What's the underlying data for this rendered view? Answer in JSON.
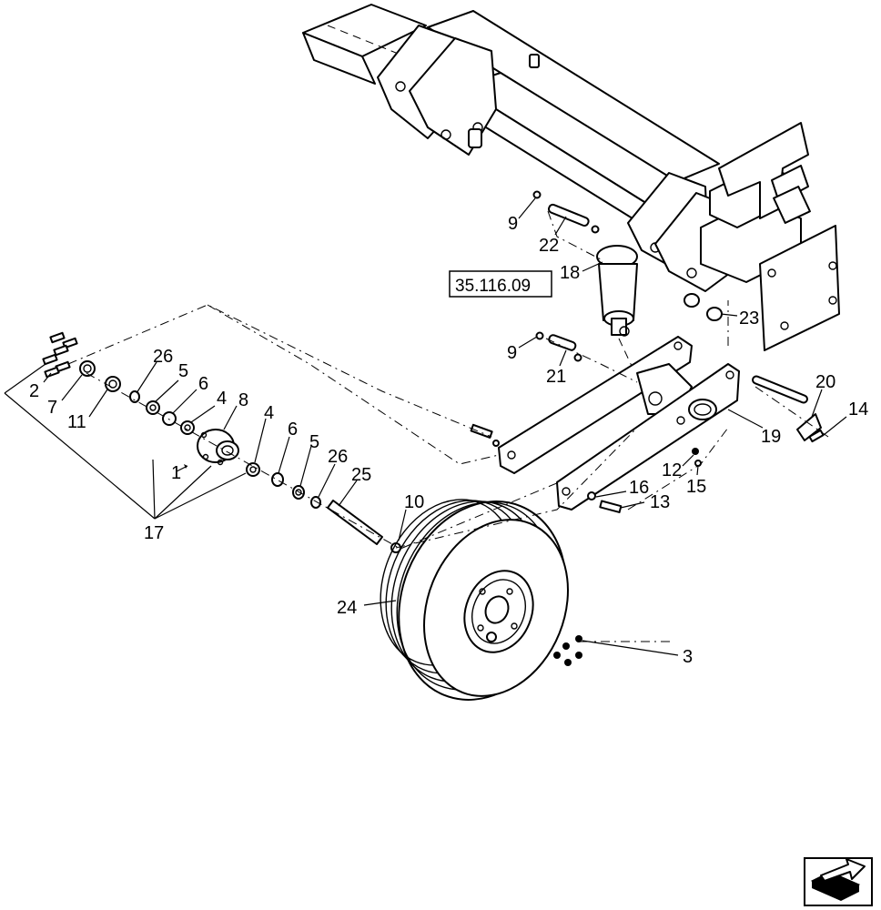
{
  "reference_box": "35.116.09",
  "callouts": [
    {
      "id": "c1",
      "text": "1"
    },
    {
      "id": "c2",
      "text": "2"
    },
    {
      "id": "c3",
      "text": "3"
    },
    {
      "id": "c4a",
      "text": "4"
    },
    {
      "id": "c4b",
      "text": "4"
    },
    {
      "id": "c5a",
      "text": "5"
    },
    {
      "id": "c5b",
      "text": "5"
    },
    {
      "id": "c6a",
      "text": "6"
    },
    {
      "id": "c6b",
      "text": "6"
    },
    {
      "id": "c7",
      "text": "7"
    },
    {
      "id": "c8",
      "text": "8"
    },
    {
      "id": "c9a",
      "text": "9"
    },
    {
      "id": "c9b",
      "text": "9"
    },
    {
      "id": "c10",
      "text": "10"
    },
    {
      "id": "c11",
      "text": "11"
    },
    {
      "id": "c12",
      "text": "12"
    },
    {
      "id": "c13",
      "text": "13"
    },
    {
      "id": "c14",
      "text": "14"
    },
    {
      "id": "c15",
      "text": "15"
    },
    {
      "id": "c16",
      "text": "16"
    },
    {
      "id": "c17",
      "text": "17"
    },
    {
      "id": "c18",
      "text": "18"
    },
    {
      "id": "c19",
      "text": "19"
    },
    {
      "id": "c20",
      "text": "20"
    },
    {
      "id": "c21",
      "text": "21"
    },
    {
      "id": "c22",
      "text": "22"
    },
    {
      "id": "c23",
      "text": "23"
    },
    {
      "id": "c24",
      "text": "24"
    },
    {
      "id": "c25",
      "text": "25"
    },
    {
      "id": "c26a",
      "text": "26"
    },
    {
      "id": "c26b",
      "text": "26"
    }
  ],
  "nav_icon": "next-page-arrow-icon"
}
